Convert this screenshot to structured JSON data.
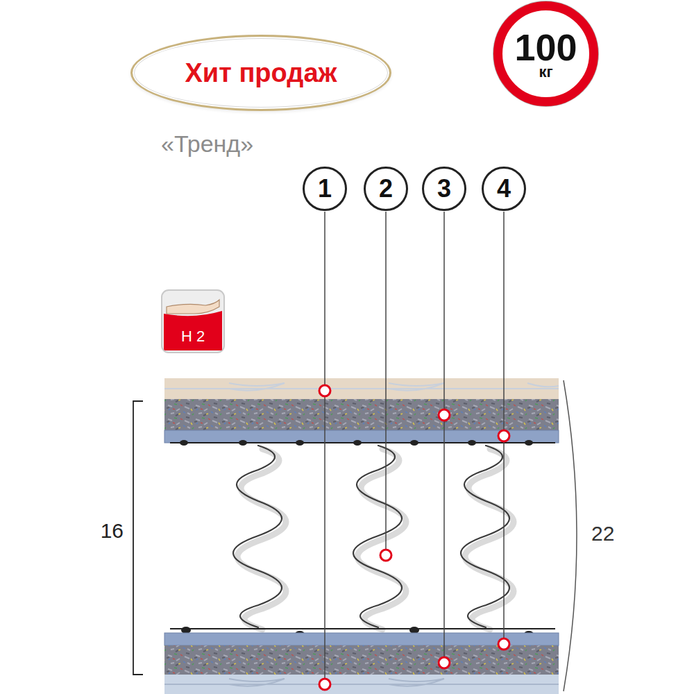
{
  "diagram": {
    "title": "«Тренд»",
    "nodes": [
      {
        "text": [
          "Хит продаж"
        ]
      },
      {
        "text": [
          "100",
          "кг"
        ]
      },
      {
        "text": [
          "1"
        ]
      },
      {
        "text": [
          "2"
        ]
      },
      {
        "text": [
          "3"
        ]
      },
      {
        "text": [
          "4"
        ]
      },
      {
        "text": [
          "H 2"
        ]
      }
    ],
    "labels": [
      "16",
      "22"
    ]
  }
}
